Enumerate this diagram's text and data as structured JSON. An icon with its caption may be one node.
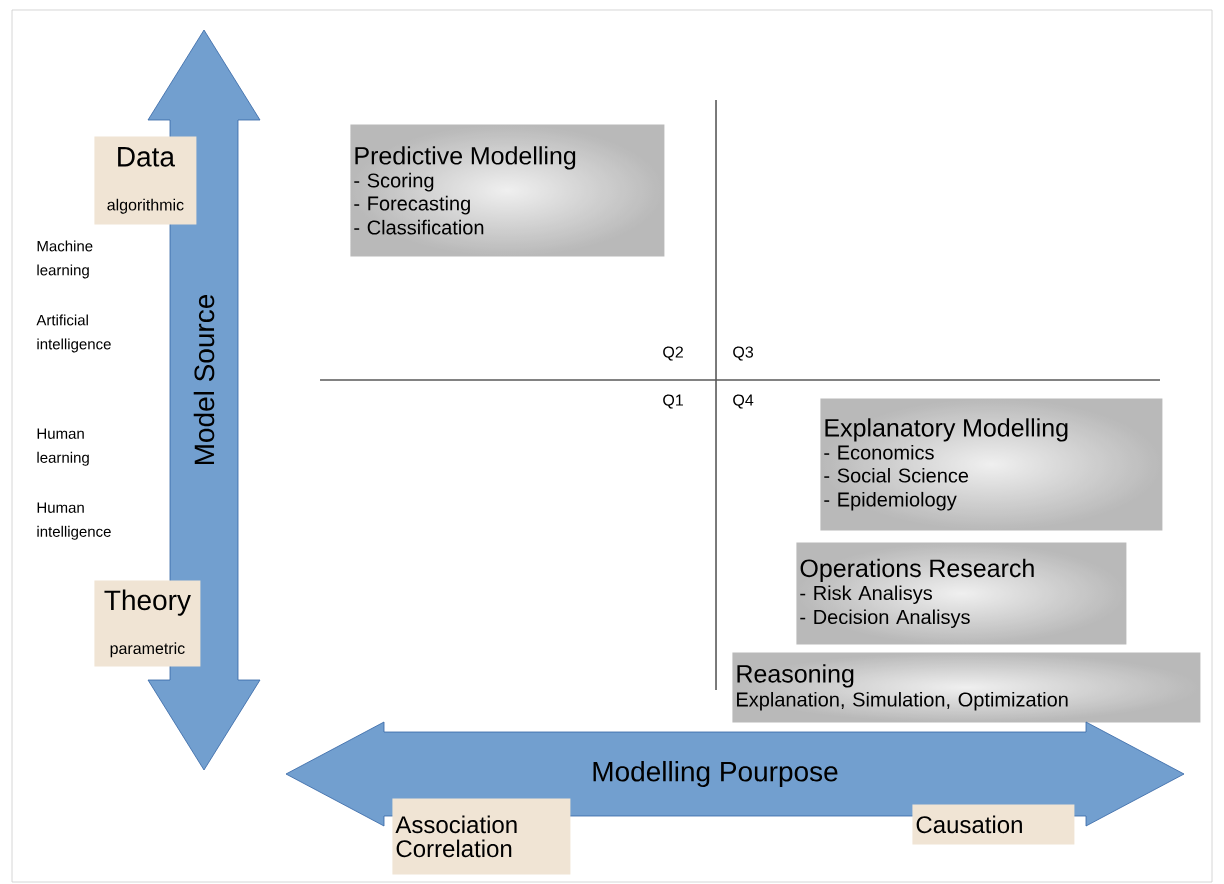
{
  "diagram": {
    "nodes": [
      {
        "text": [
          "Model Source"
        ]
      },
      {
        "text": [
          "Data",
          "algorithmic"
        ]
      },
      {
        "text": [
          "Theory",
          "parametric"
        ]
      },
      {
        "text": [
          "Predictive Modelling",
          "- Scoring",
          "- Forecasting",
          "- Classification"
        ]
      },
      {
        "text": [
          "Explanatory Modelling",
          "- Economics",
          "- Social Science",
          "- Epidemiology"
        ]
      },
      {
        "text": [
          "Operations Research",
          "- Risk Analisys",
          "- Decision Analisys"
        ]
      },
      {
        "text": [
          "Reasoning",
          "Explanation, Simulation, Optimization"
        ]
      },
      {
        "text": [
          "Modelling Pourpose"
        ]
      },
      {
        "text": [
          "Association",
          "Correlation"
        ]
      },
      {
        "text": [
          "Causation"
        ]
      }
    ],
    "labels": [
      "Machine learning",
      "Artificial intelligence",
      "Human learning",
      "Human intelligence",
      "Q2",
      "Q3",
      "Q1",
      "Q4"
    ]
  }
}
